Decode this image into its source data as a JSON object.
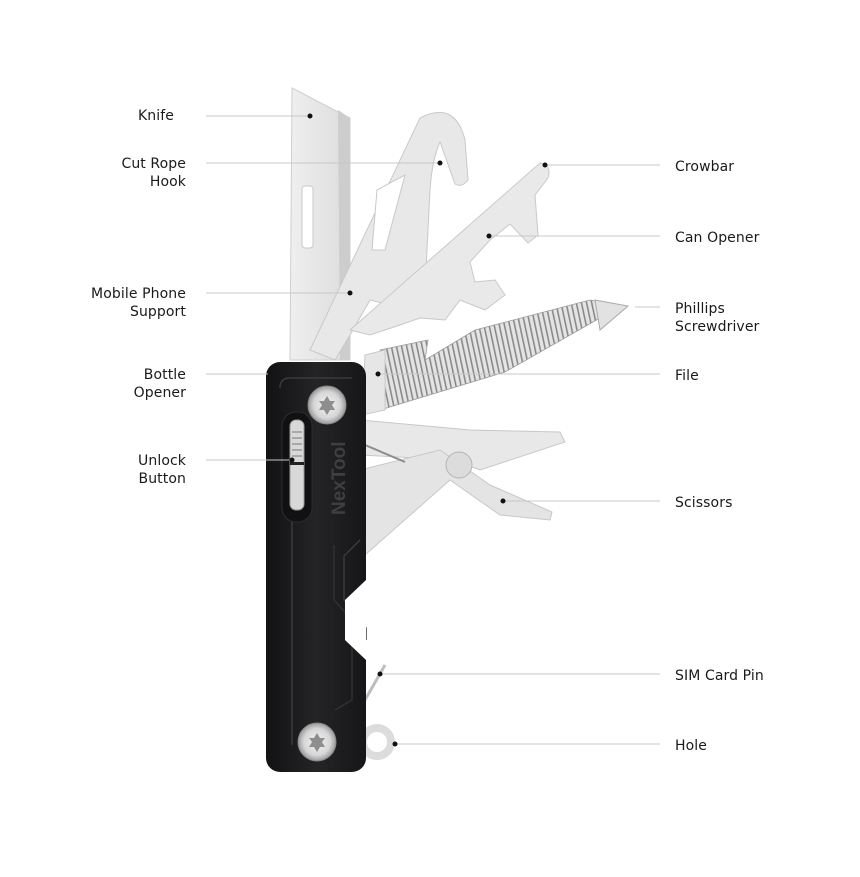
{
  "product": {
    "brand_mark": "NexTool",
    "colors": {
      "background": "#ffffff",
      "handle": "#1c1c1e",
      "steel": "#e6e6e6",
      "steel_shadow": "#bdbdbd",
      "leader_line": "#c8c8c8",
      "dot": "#111111",
      "label_text": "#1a1a1a"
    }
  },
  "callouts": {
    "left": [
      {
        "id": "knife",
        "label": "Knife"
      },
      {
        "id": "cut-rope-hook",
        "label": "Cut Rope\nHook"
      },
      {
        "id": "mobile-phone-support",
        "label": "Mobile Phone\nSupport"
      },
      {
        "id": "bottle-opener",
        "label": "Bottle\nOpener"
      },
      {
        "id": "unlock-button",
        "label": "Unlock\nButton"
      }
    ],
    "right": [
      {
        "id": "crowbar",
        "label": "Crowbar"
      },
      {
        "id": "can-opener",
        "label": "Can Opener"
      },
      {
        "id": "phillips-screwdriver",
        "label": "Phillips\nScrewdriver"
      },
      {
        "id": "file",
        "label": "File"
      },
      {
        "id": "scissors",
        "label": "Scissors"
      },
      {
        "id": "sim-card-pin",
        "label": "SIM Card Pin"
      },
      {
        "id": "hole",
        "label": "Hole"
      }
    ]
  }
}
